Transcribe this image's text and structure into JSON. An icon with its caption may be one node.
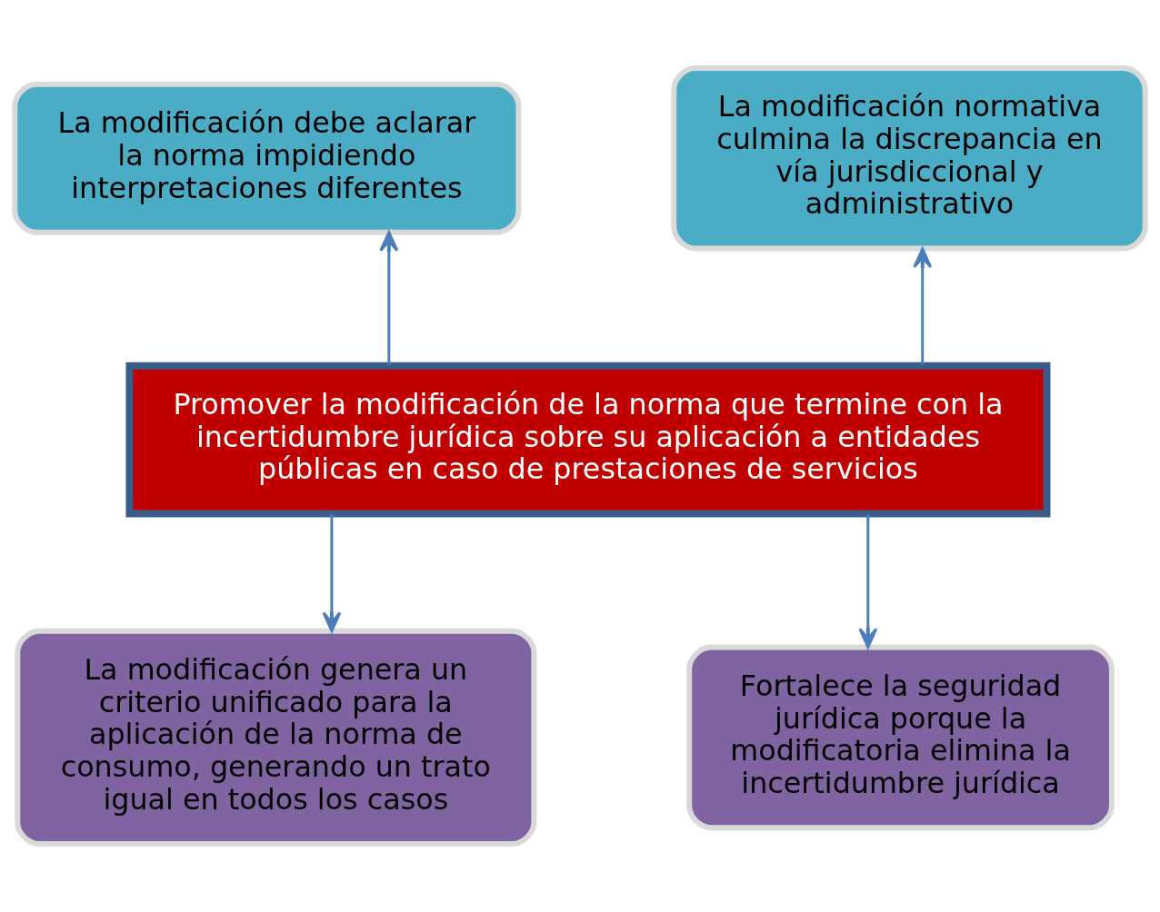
{
  "diagram": {
    "nodes": [
      {
        "text": [
          "La modificación debe aclarar la norma impidiendo interpretaciones diferentes"
        ]
      },
      {
        "text": [
          "La modificación normativa culmina la discrepancia en vía jurisdiccional y administrativo"
        ]
      },
      {
        "text": [
          "Promover la modificación de la norma que termine con la incertidumbre jurídica sobre su aplicación a entidades públicas en caso de prestaciones de servicios"
        ]
      },
      {
        "text": [
          "La modificación genera un criterio unificado para la aplicación de la norma de consumo, generando un trato igual en todos los casos"
        ]
      },
      {
        "text": [
          "Fortalece la seguridad jurídica porque la modificatoria elimina la incertidumbre jurídica"
        ]
      }
    ],
    "edges": [
      {
        "from": 2,
        "to": 0,
        "arrow": "to"
      },
      {
        "from": 2,
        "to": 1,
        "arrow": "to"
      },
      {
        "from": 2,
        "to": 3,
        "arrow": "to"
      },
      {
        "from": 2,
        "to": 4,
        "arrow": "to"
      }
    ]
  }
}
